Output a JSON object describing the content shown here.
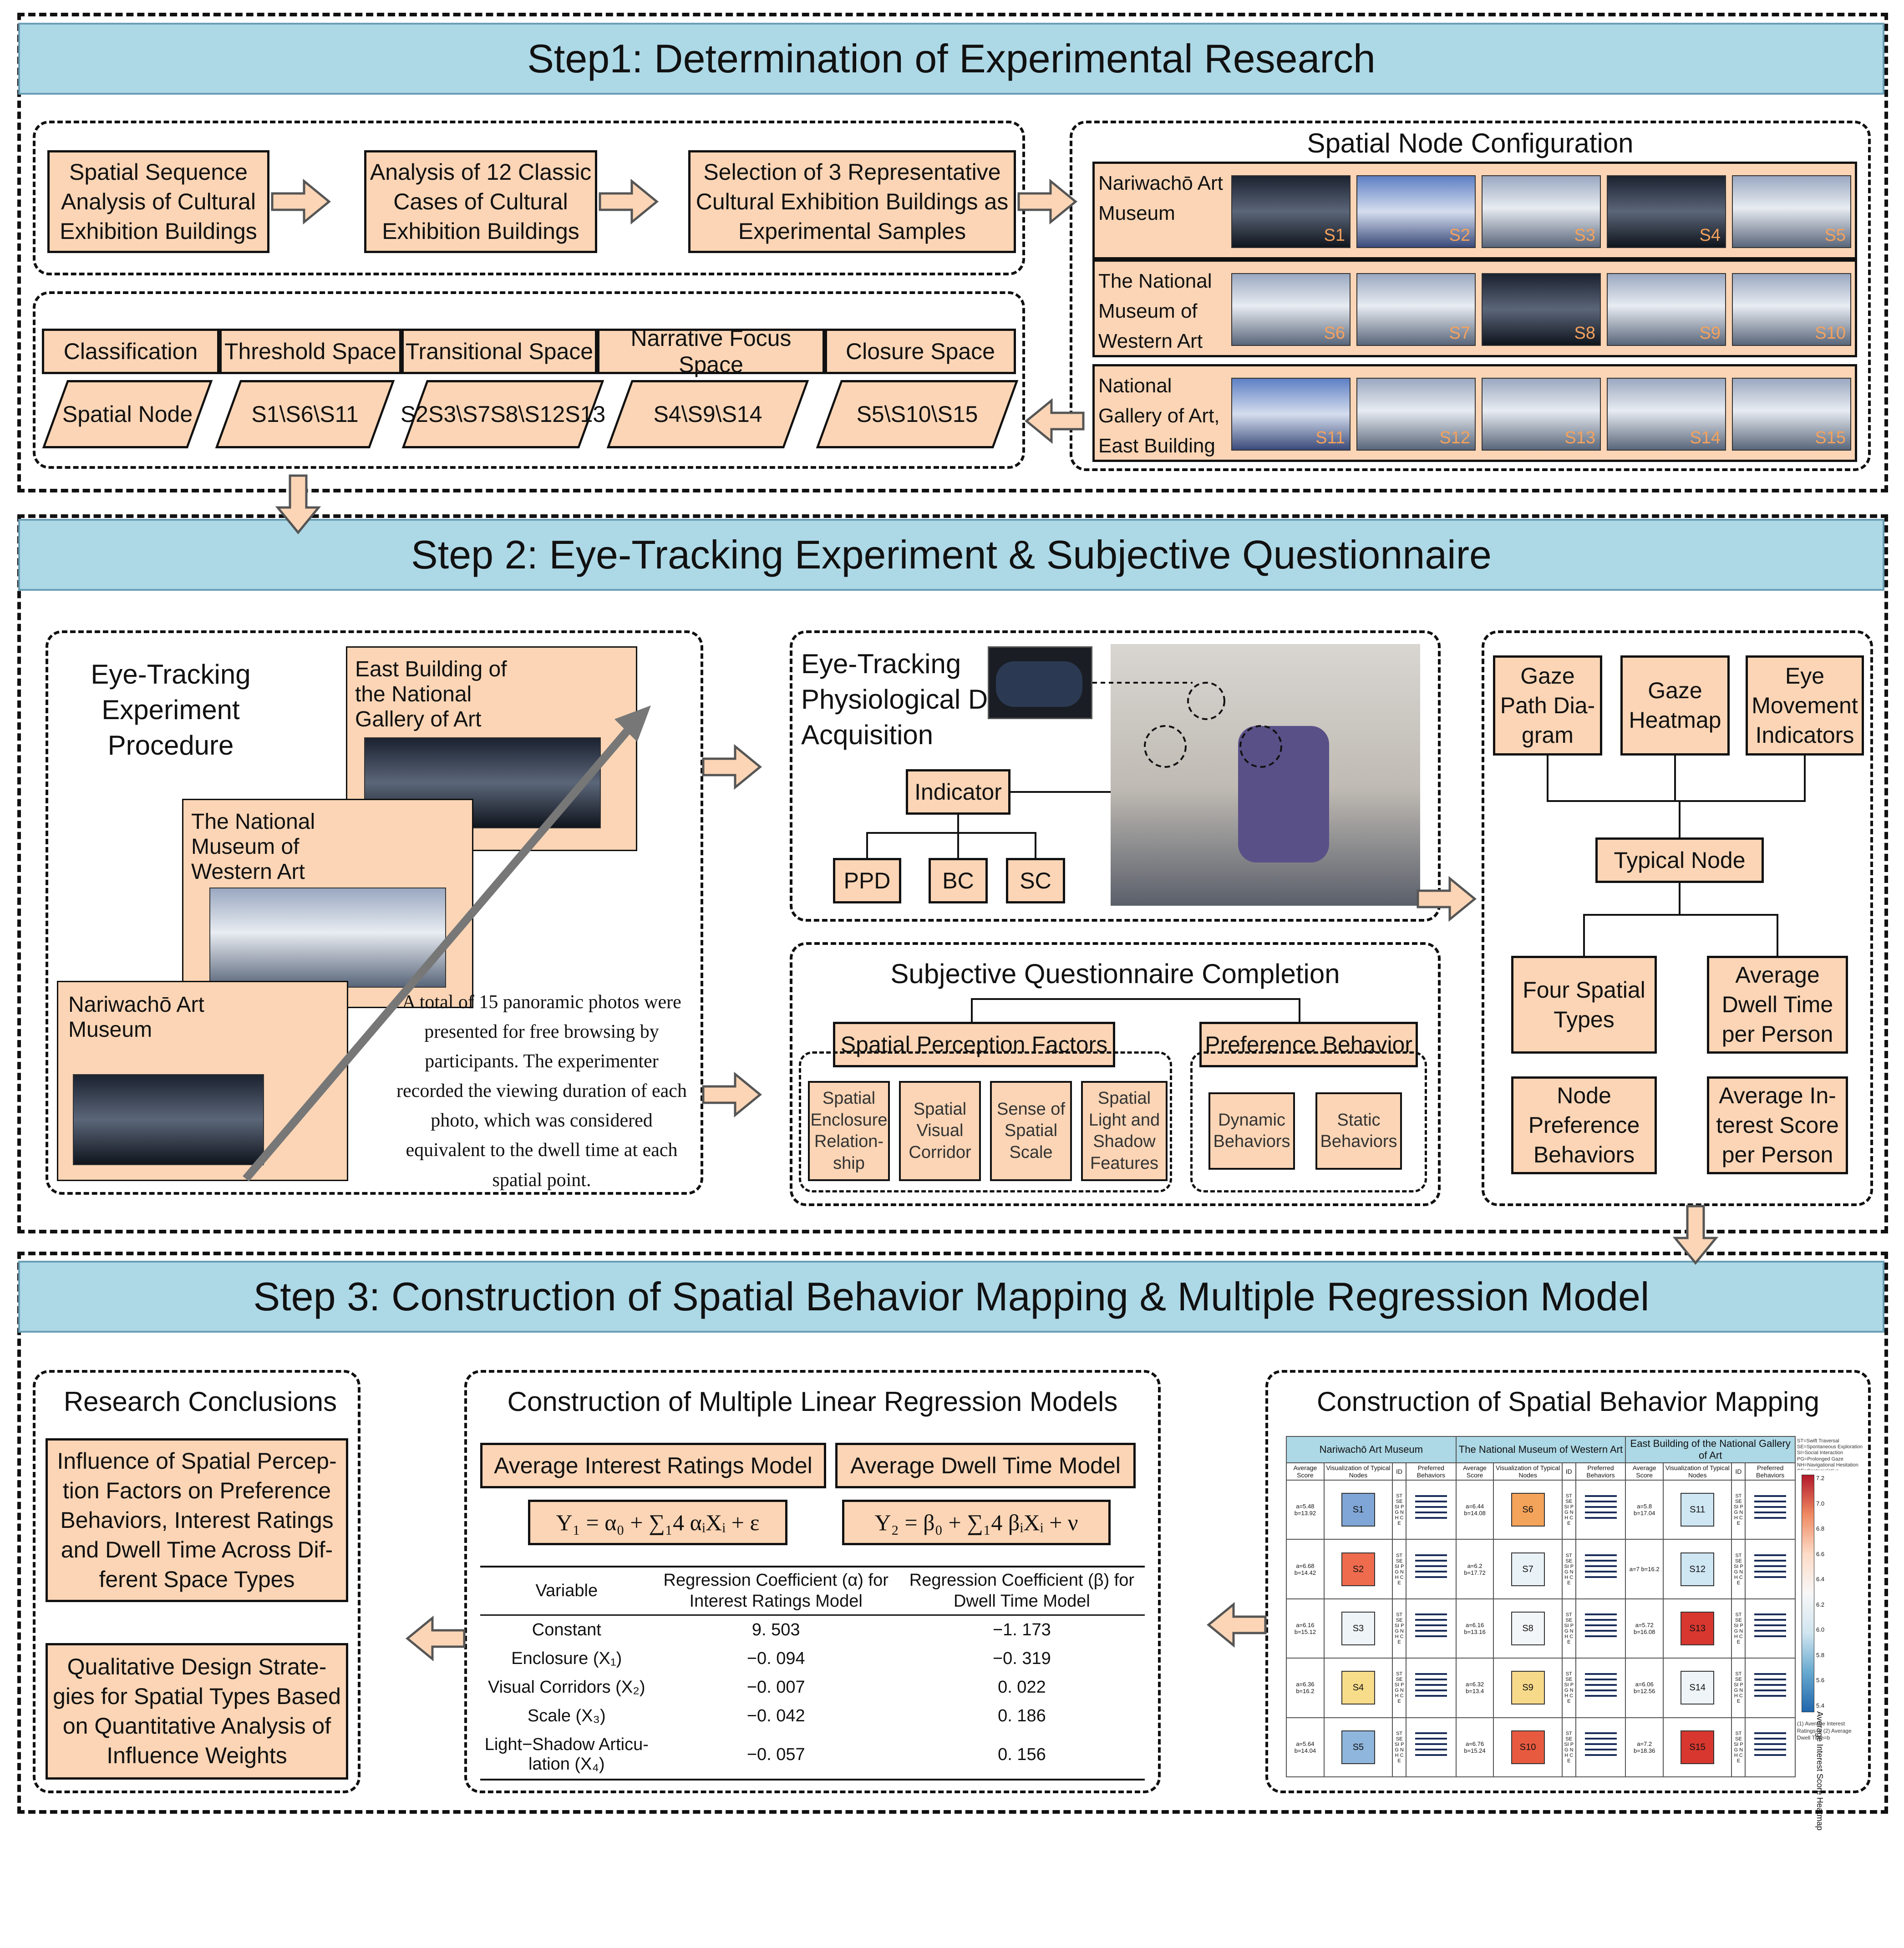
{
  "step1": {
    "title": "Step1:  Determination of Experimental Research",
    "flow": [
      "Spatial Sequence Analysis of Cultural Exhibition Buildings",
      "Analysis of 12 Classic Cases of Cultural Exhibition Buildings",
      "Selection of 3 Representative Cultural Exhibition Buildings as Experimental Samples"
    ],
    "classification_header": [
      "Classification",
      "Threshold Space",
      "Transitional Space",
      "Narrative Focus Space",
      "Closure Space"
    ],
    "classification_row": [
      "Spatial Node",
      "S1\\S6\\S11",
      "S2S3\\S7S8\\S12S13",
      "S4\\S9\\S14",
      "S5\\S10\\S15"
    ],
    "node_config": {
      "title": "Spatial Node Configuration",
      "museums": [
        {
          "name": "Nariwachō Art Museum",
          "nodes": [
            "S1",
            "S2",
            "S3",
            "S4",
            "S5"
          ]
        },
        {
          "name": "The National Museum of Western Art",
          "nodes": [
            "S6",
            "S7",
            "S8",
            "S9",
            "S10"
          ]
        },
        {
          "name": "National Gallery of Art, East Building",
          "nodes": [
            "S11",
            "S12",
            "S13",
            "S14",
            "S15"
          ]
        }
      ]
    }
  },
  "step2": {
    "title": "Step 2: Eye-Tracking Experiment & Subjective Questionnaire",
    "procedure": {
      "title": "Eye-Tracking Experiment Procedure",
      "museum_labels": [
        "East Building of the National Gallery of Art",
        "The National Museum of Western Art",
        "Nariwachō Art Museum"
      ],
      "description": "A total of 15 panoramic photos were presented for free browsing by participants. The experimenter recorded the viewing duration of each photo, which was considered equivalent to the dwell time at each spatial point."
    },
    "acquisition": {
      "title": "Eye-Tracking Physiological Data Acquisition",
      "indicator": "Indicator",
      "children": [
        "PPD",
        "BC",
        "SC"
      ]
    },
    "questionnaire": {
      "title": "Subjective Questionnaire Completion",
      "perception_title": "Spatial Perception Factors",
      "perception_items": [
        "Spatial Enclosure Relation-ship",
        "Spatial Visual Corridor",
        "Sense of Spatial Scale",
        "Spatial Light and Shadow Features"
      ],
      "preference_title": "Preference Behavior",
      "preference_items": [
        "Dynamic Behaviors",
        "Static Behaviors"
      ]
    },
    "analysis": {
      "top": [
        "Gaze Path Dia-gram",
        "Gaze Heatmap",
        "Eye Movement Indicators"
      ],
      "center": "Typical Node",
      "bottom": [
        "Four Spatial Types",
        "Average Dwell Time per Person",
        "Node Preference Behaviors",
        "Average In-terest Score per Person"
      ]
    }
  },
  "step3": {
    "title": "Step 3: Construction of Spatial Behavior Mapping & Multiple Regression Model",
    "conclusions": {
      "title": "Research Conclusions",
      "items": [
        "Influence of Spatial Percep-tion Factors on Preference Behaviors, Interest Ratings and Dwell Time Across Dif-ferent Space Types",
        "Qualitative Design Strate-gies for Spatial Types Based on Quantitative Analysis of Influence Weights"
      ]
    },
    "regression": {
      "title": "Construction of  Multiple Linear Regression Models",
      "models": [
        "Average Interest Ratings Model",
        "Average Dwell Time Model"
      ],
      "formulas": [
        "Y₁ = α₀ + ∑₁4 αᵢXᵢ + ε",
        "Y₂ = β₀ + ∑₁4 βᵢXᵢ + ν"
      ],
      "table": {
        "headers": [
          "Variable",
          "Regression Coefficient (α) for Interest Ratings Model",
          "Regression Coefficient (β) for Dwell Time Model"
        ],
        "rows": [
          [
            "Constant",
            "9. 503",
            "−1. 173"
          ],
          [
            "Enclosure (X₁)",
            "−0. 094",
            "−0. 319"
          ],
          [
            "Visual Corridors (X₂)",
            "−0. 007",
            "0. 022"
          ],
          [
            "Scale (X₃)",
            "−0. 042",
            "0. 186"
          ],
          [
            "Light−Shadow Articu-lation (X₄)",
            "−0. 057",
            "0. 156"
          ]
        ]
      }
    },
    "mapping": {
      "title": "Construction of Spatial Behavior Mapping",
      "museums": [
        "Nariwachō Art Museum",
        "The National Museum of Western Art",
        "East Building of the National Gallery of Art"
      ],
      "col_headers": [
        "Average Score",
        "Visualization of Typical Nodes",
        "ID",
        "Preferred Behaviors"
      ],
      "behavior_codes": "ST SE SI PG NH CE",
      "rows": [
        [
          {
            "ab": "a=5.48 b=13.92",
            "node": "S1",
            "color": "#7fa6d6"
          },
          {
            "ab": "a=6.44 b=14.08",
            "node": "S6",
            "color": "#f4a35a"
          },
          {
            "ab": "a=5.8 b=17.04",
            "node": "S11",
            "color": "#cfe6f3"
          }
        ],
        [
          {
            "ab": "a=6.68 b=14.42",
            "node": "S2",
            "color": "#ef6b4e"
          },
          {
            "ab": "a=6.2 b=17.72",
            "node": "S7",
            "color": "#e9f2f7"
          },
          {
            "ab": "a=7 b=16.2",
            "node": "S12",
            "color": "#cfe6f3"
          }
        ],
        [
          {
            "ab": "a=6.16 b=15.12",
            "node": "S3",
            "color": "#eef4f8"
          },
          {
            "ab": "a=6.16 b=13.16",
            "node": "S8",
            "color": "#f3f6f8"
          },
          {
            "ab": "a=5.72 b=16.08",
            "node": "S13",
            "color": "#d7372f"
          }
        ],
        [
          {
            "ab": "a=6.36 b=16.2",
            "node": "S4",
            "color": "#f7dc8a"
          },
          {
            "ab": "a=6.32 b=13.4",
            "node": "S9",
            "color": "#f7d98a"
          },
          {
            "ab": "a=6.06 b=12.56",
            "node": "S14",
            "color": "#eef4f8"
          }
        ],
        [
          {
            "ab": "a=5.64 b=14.04",
            "node": "S5",
            "color": "#8fb6dc"
          },
          {
            "ab": "a=6.76 b=15.24",
            "node": "S10",
            "color": "#e85a3f"
          },
          {
            "ab": "a=7.2 b=18.36",
            "node": "S15",
            "color": "#d7372f"
          }
        ]
      ],
      "legend_title": "Average Interest Score Heatmap",
      "legend_ticks": [
        "7.2",
        "7.0",
        "6.8",
        "6.6",
        "6.4",
        "6.2",
        "6.0",
        "5.8",
        "5.6",
        "5.4"
      ],
      "legend_codes": "ST=Swift Traversal SE=Spontaneous Exploration SI=Social Interaction PG=Prolonged Gaze NH=Navigational Hesitation CE=Contemplative Engagement",
      "legend_notes": "(1) Average Interest Ratings=a (2) Average Dwell Time=b"
    }
  }
}
